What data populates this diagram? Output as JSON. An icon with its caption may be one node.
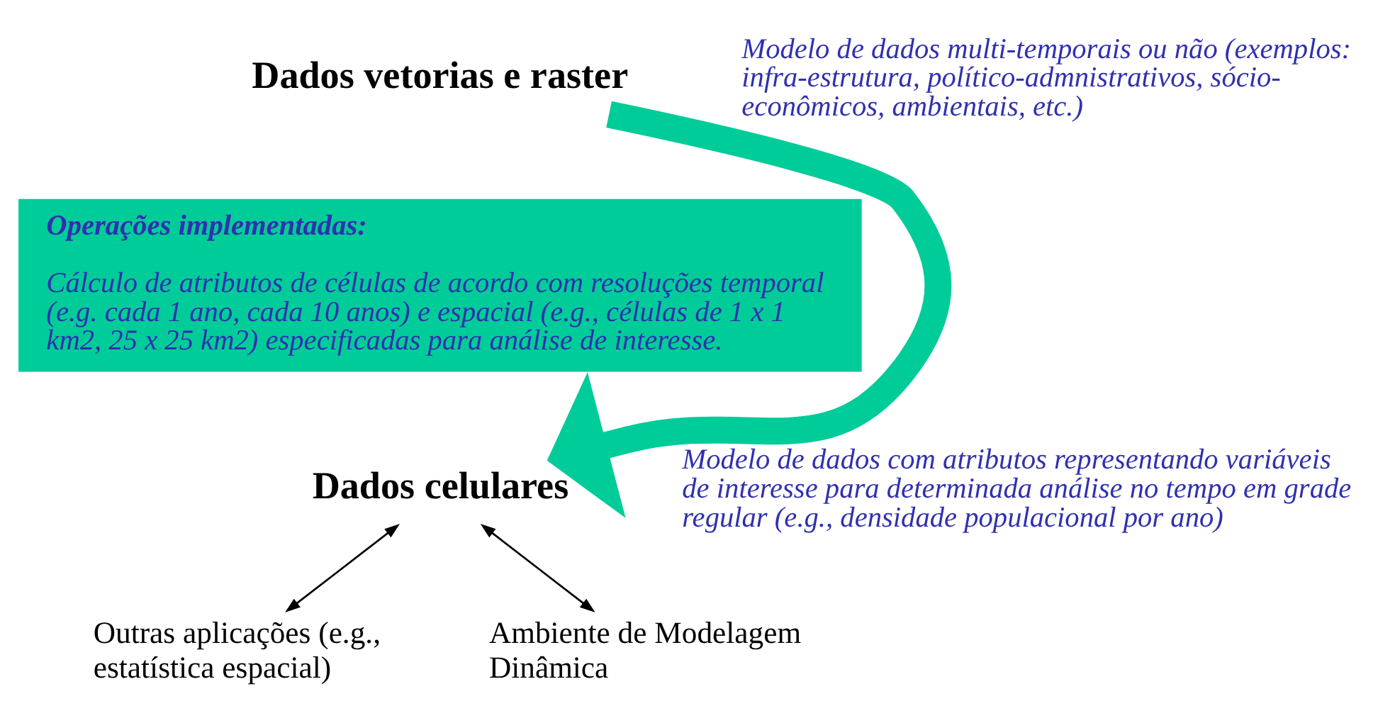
{
  "diagram": {
    "nodes": [
      {
        "text": [
          "Dados vetorias e raster"
        ],
        "beside": [
          "Modelo de dados multi-temporais ou não (exemplos: infra-estrutura, político-admnistrativos, sócio-econômicos, ambientais, etc.)"
        ]
      },
      {
        "text": [
          "Operações implementadas:",
          "Cálculo de atributos de células de acordo com resoluções temporal (e.g. cada 1 ano, cada 10 anos) e espacial (e.g., células de 1 x 1 km2, 25 x 25 km2) especificadas para análise de interesse."
        ]
      },
      {
        "text": [
          "Dados celulares"
        ],
        "beside": [
          "Modelo de dados com atributos representando variáveis de interesse para determinada análise no tempo em grade regular (e.g., densidade populacional por ano)"
        ]
      },
      {
        "text": [
          "Outras aplicações (e.g., estatística espacial)"
        ]
      },
      {
        "text": [
          "Ambiente de Modelagem Dinâmica"
        ]
      }
    ],
    "edges": [
      {
        "from": 0,
        "to": 2,
        "arrow": "to",
        "style": "thick",
        "color": "#00cc99"
      },
      {
        "from": 2,
        "to": 3,
        "arrow": "both"
      },
      {
        "from": 2,
        "to": 4,
        "arrow": "both"
      }
    ]
  }
}
